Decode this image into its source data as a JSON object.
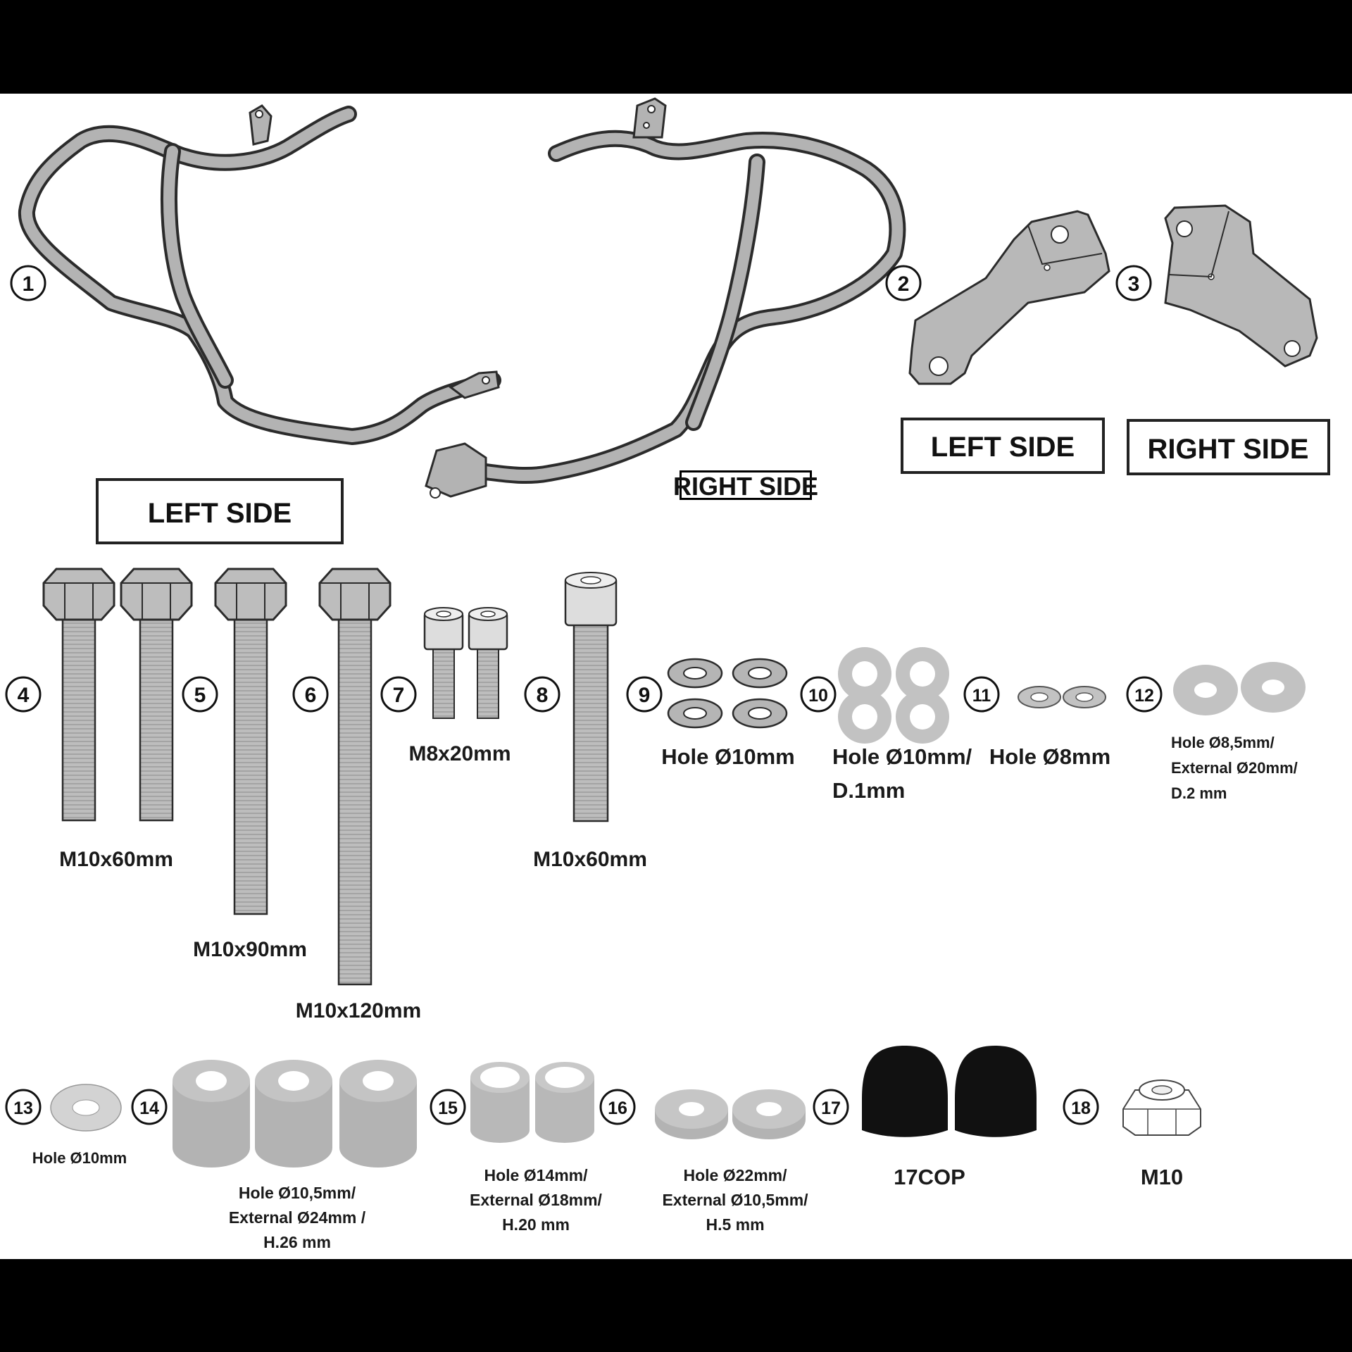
{
  "colors": {
    "frame": "#000000",
    "sheet": "#ffffff",
    "part_fill": "#b3b3b3",
    "part_stroke": "#2b2b2b",
    "cap": "#111111"
  },
  "parts": [
    {
      "n": "1"
    },
    {
      "n": "2"
    },
    {
      "n": "3"
    },
    {
      "n": "4"
    },
    {
      "n": "5"
    },
    {
      "n": "6"
    },
    {
      "n": "7"
    },
    {
      "n": "8"
    },
    {
      "n": "9"
    },
    {
      "n": "10"
    },
    {
      "n": "11"
    },
    {
      "n": "12"
    },
    {
      "n": "13"
    },
    {
      "n": "14"
    },
    {
      "n": "15"
    },
    {
      "n": "16"
    },
    {
      "n": "17"
    },
    {
      "n": "18"
    }
  ],
  "labels": {
    "bars_left_side": "LEFT SIDE",
    "bars_right_side": "RIGHT SIDE",
    "brackets_left_side": "LEFT SIDE",
    "brackets_right_side": "RIGHT SIDE",
    "p4_5": "M10x60mm",
    "p6a": "M10x90mm",
    "p6b": "M10x120mm",
    "p7": "M8x20mm",
    "p8": "M10x60mm",
    "p9": "Hole Ø10mm",
    "p10_l1": "Hole Ø10mm/",
    "p10_l2": "D.1mm",
    "p11": "Hole Ø8mm",
    "p12_l1": "Hole Ø8,5mm/",
    "p12_l2": "External Ø20mm/",
    "p12_l3": "D.2 mm",
    "p13": "Hole Ø10mm",
    "p14_l1": "Hole Ø10,5mm/",
    "p14_l2": "External Ø24mm /",
    "p14_l3": "H.26 mm",
    "p15_l1": "Hole Ø14mm/",
    "p15_l2": "External Ø18mm/",
    "p15_l3": "H.20 mm",
    "p16_l1": "Hole Ø22mm/",
    "p16_l2": "External Ø10,5mm/",
    "p16_l3": "H.5 mm",
    "p17": "17COP",
    "p18": "M10"
  }
}
